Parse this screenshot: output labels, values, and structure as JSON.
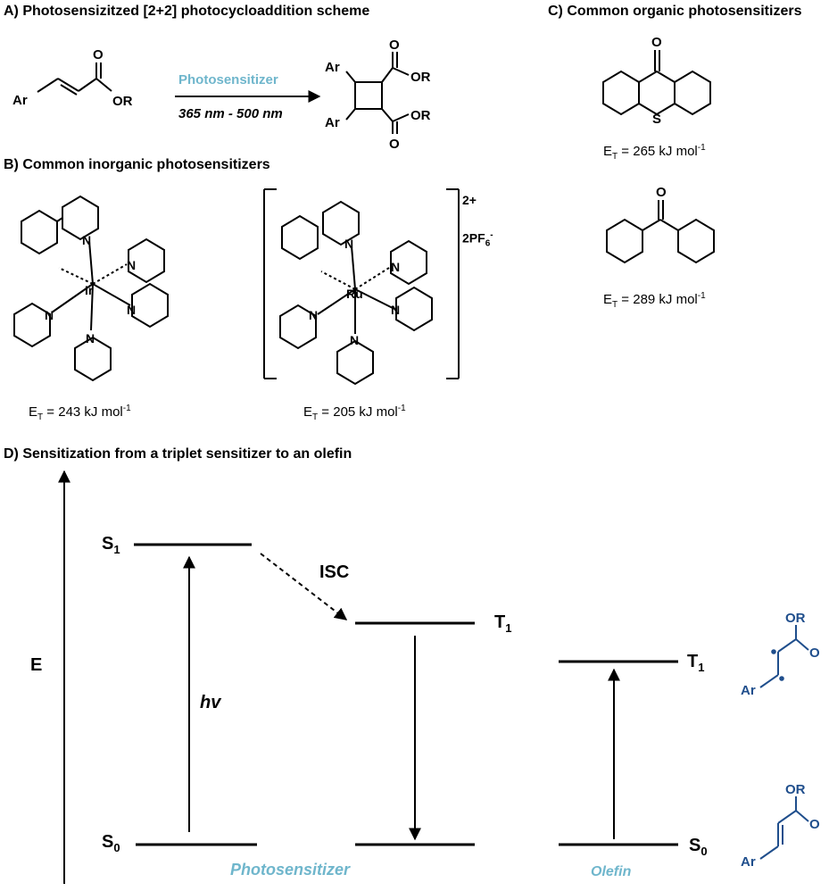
{
  "panel_a": {
    "heading": "A) Photosensizitzed [2+2] photocycloaddition scheme",
    "reagent": "Photosensitizer",
    "conditions": "365 nm - 500 nm",
    "ar": "Ar",
    "ester_o": "O",
    "ester_or": "OR"
  },
  "panel_b": {
    "heading": "B) Common inorganic photosensitizers",
    "ir": {
      "metal": "Ir",
      "et_value": "= 243 kJ mol"
    },
    "ru": {
      "metal": "Ru",
      "charge": "2+",
      "counterion": "2PF",
      "counterion_sub": "6",
      "counterion_sup": "-",
      "et_value": "= 205 kJ mol"
    },
    "n_atom": "N",
    "et_symbol": "E",
    "et_sub": "T",
    "et_sup": "-1"
  },
  "panel_c": {
    "heading": "C) Common organic photosensitizers",
    "thioxanthone": {
      "o": "O",
      "s": "S",
      "et_value": "= 265 kJ mol"
    },
    "benzophenone": {
      "o": "O",
      "et_value": "= 289 kJ mol"
    },
    "et_symbol": "E",
    "et_sub": "T",
    "et_sup": "-1"
  },
  "panel_d": {
    "heading": "D) Sensitization from a triplet sensitizer to an olefin",
    "energy_axis": "E",
    "s1": "S",
    "s1_sub": "1",
    "s0_left": "S",
    "s0_left_sub": "0",
    "isc": "ISC",
    "hv": "hv",
    "t1_sens": "T",
    "t1_sens_sub": "1",
    "t1_olefin": "T",
    "t1_olefin_sub": "1",
    "s0_right": "S",
    "s0_right_sub": "0",
    "sensitizer_label": "Photosensitizer",
    "olefin_label": "Olefin",
    "struct_ar": "Ar",
    "struct_o": "O",
    "struct_or": "OR",
    "label_color": "#6fb6cc",
    "structure_color": "#1f4e8c"
  }
}
